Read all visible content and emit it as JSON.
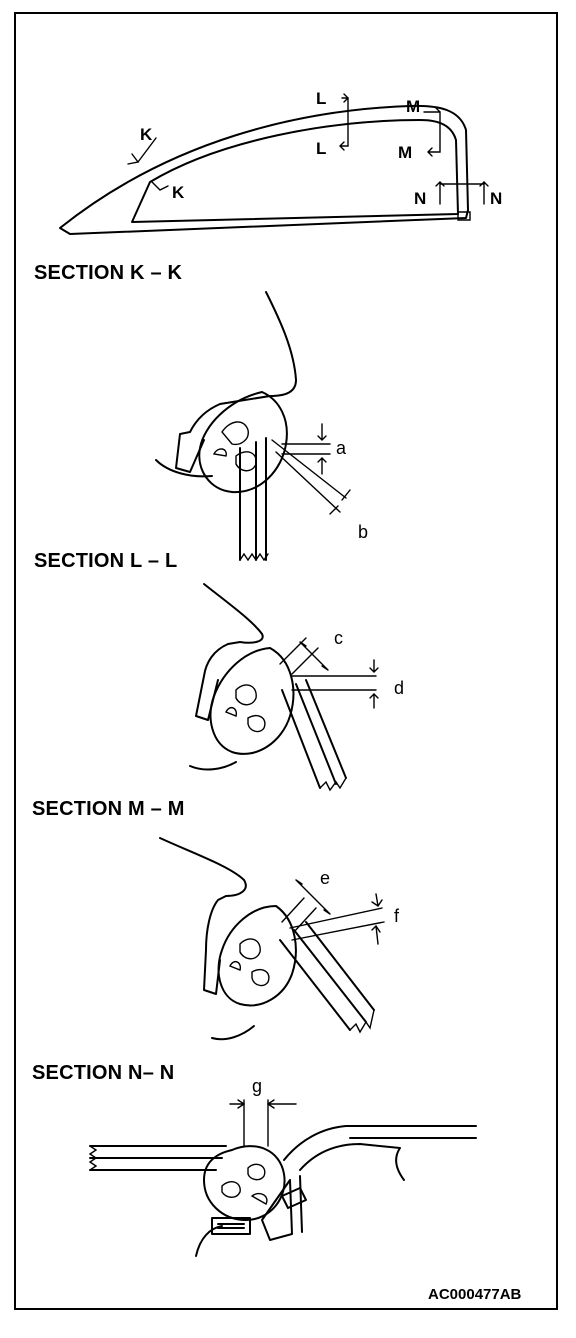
{
  "overview": {
    "markers": {
      "k1": "K",
      "k2": "K",
      "l1": "L",
      "l2": "L",
      "m1": "M",
      "m2": "M",
      "n1": "N",
      "n2": "N"
    }
  },
  "sections": [
    {
      "title": "SECTION K – K",
      "dims": [
        "a",
        "b"
      ]
    },
    {
      "title": "SECTION L – L",
      "dims": [
        "c",
        "d"
      ]
    },
    {
      "title": "SECTION M – M",
      "dims": [
        "e",
        "f"
      ]
    },
    {
      "title": "SECTION N– N",
      "dims": [
        "g"
      ]
    }
  ],
  "figure_code": "AC000477AB"
}
